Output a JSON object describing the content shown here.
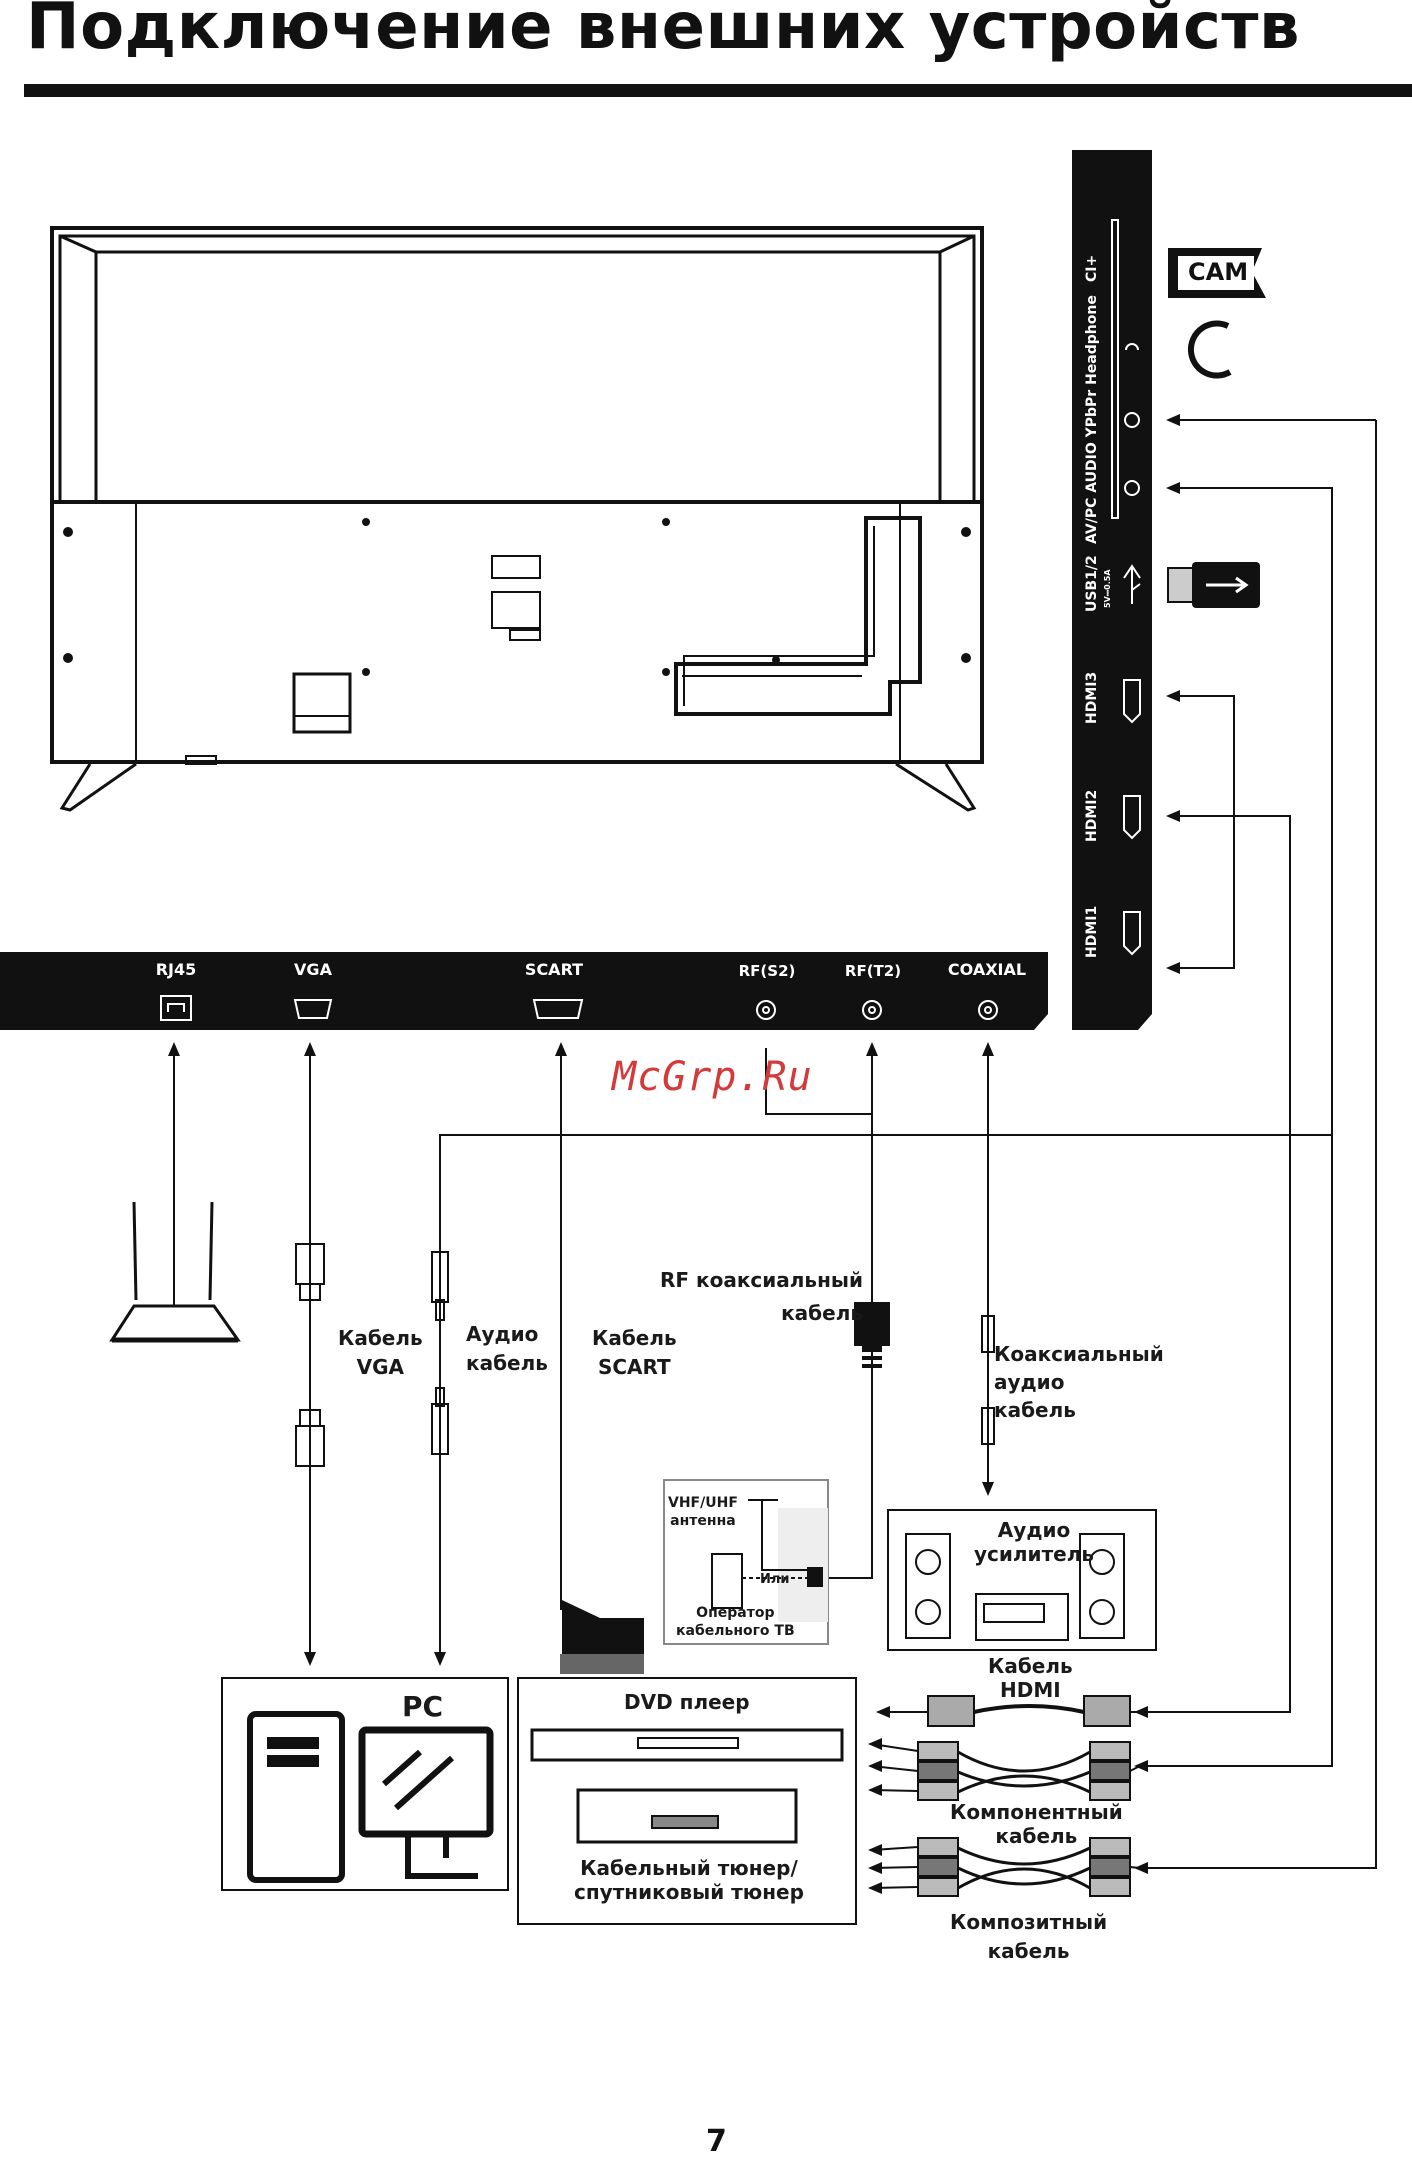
{
  "page": {
    "title": "Подключение внешних устройств",
    "page_number": "7",
    "watermark": "McGrp.Ru"
  },
  "bottom_panel": {
    "ports": [
      "RJ45",
      "VGA",
      "SCART",
      "RF(S2)",
      "RF(T2)",
      "COAXIAL"
    ]
  },
  "side_panel": {
    "ports": [
      "CI+",
      "AV/PC AUDIO YPbPr Headphone",
      "USB1/2",
      "5V⎓0.5A",
      "HDMI3",
      "HDMI2",
      "HDMI1"
    ]
  },
  "icons": {
    "cam": "CAM"
  },
  "cables": {
    "vga": "Кабель\nVGA",
    "audio": "Аудио\nкабель",
    "scart": "Кабель\nSCART",
    "rf": "RF коаксиальный\nкабель",
    "coax": "Коаксиальный\nаудио\nкабель",
    "hdmi": "Кабель\nHDMI",
    "component": "Компонентный\nкабель",
    "composite": "Композитный\nкабель"
  },
  "antenna_box": {
    "antenna": "VHF/UHF\nантенна",
    "or": "Или",
    "operator": "Оператор\nкабельного ТВ"
  },
  "devices": {
    "amplifier": "Аудио\nусилитель",
    "pc": "PC",
    "dvd": "DVD плеер",
    "tuner": "Кабельный тюнер/\nспутниковый тюнер"
  }
}
